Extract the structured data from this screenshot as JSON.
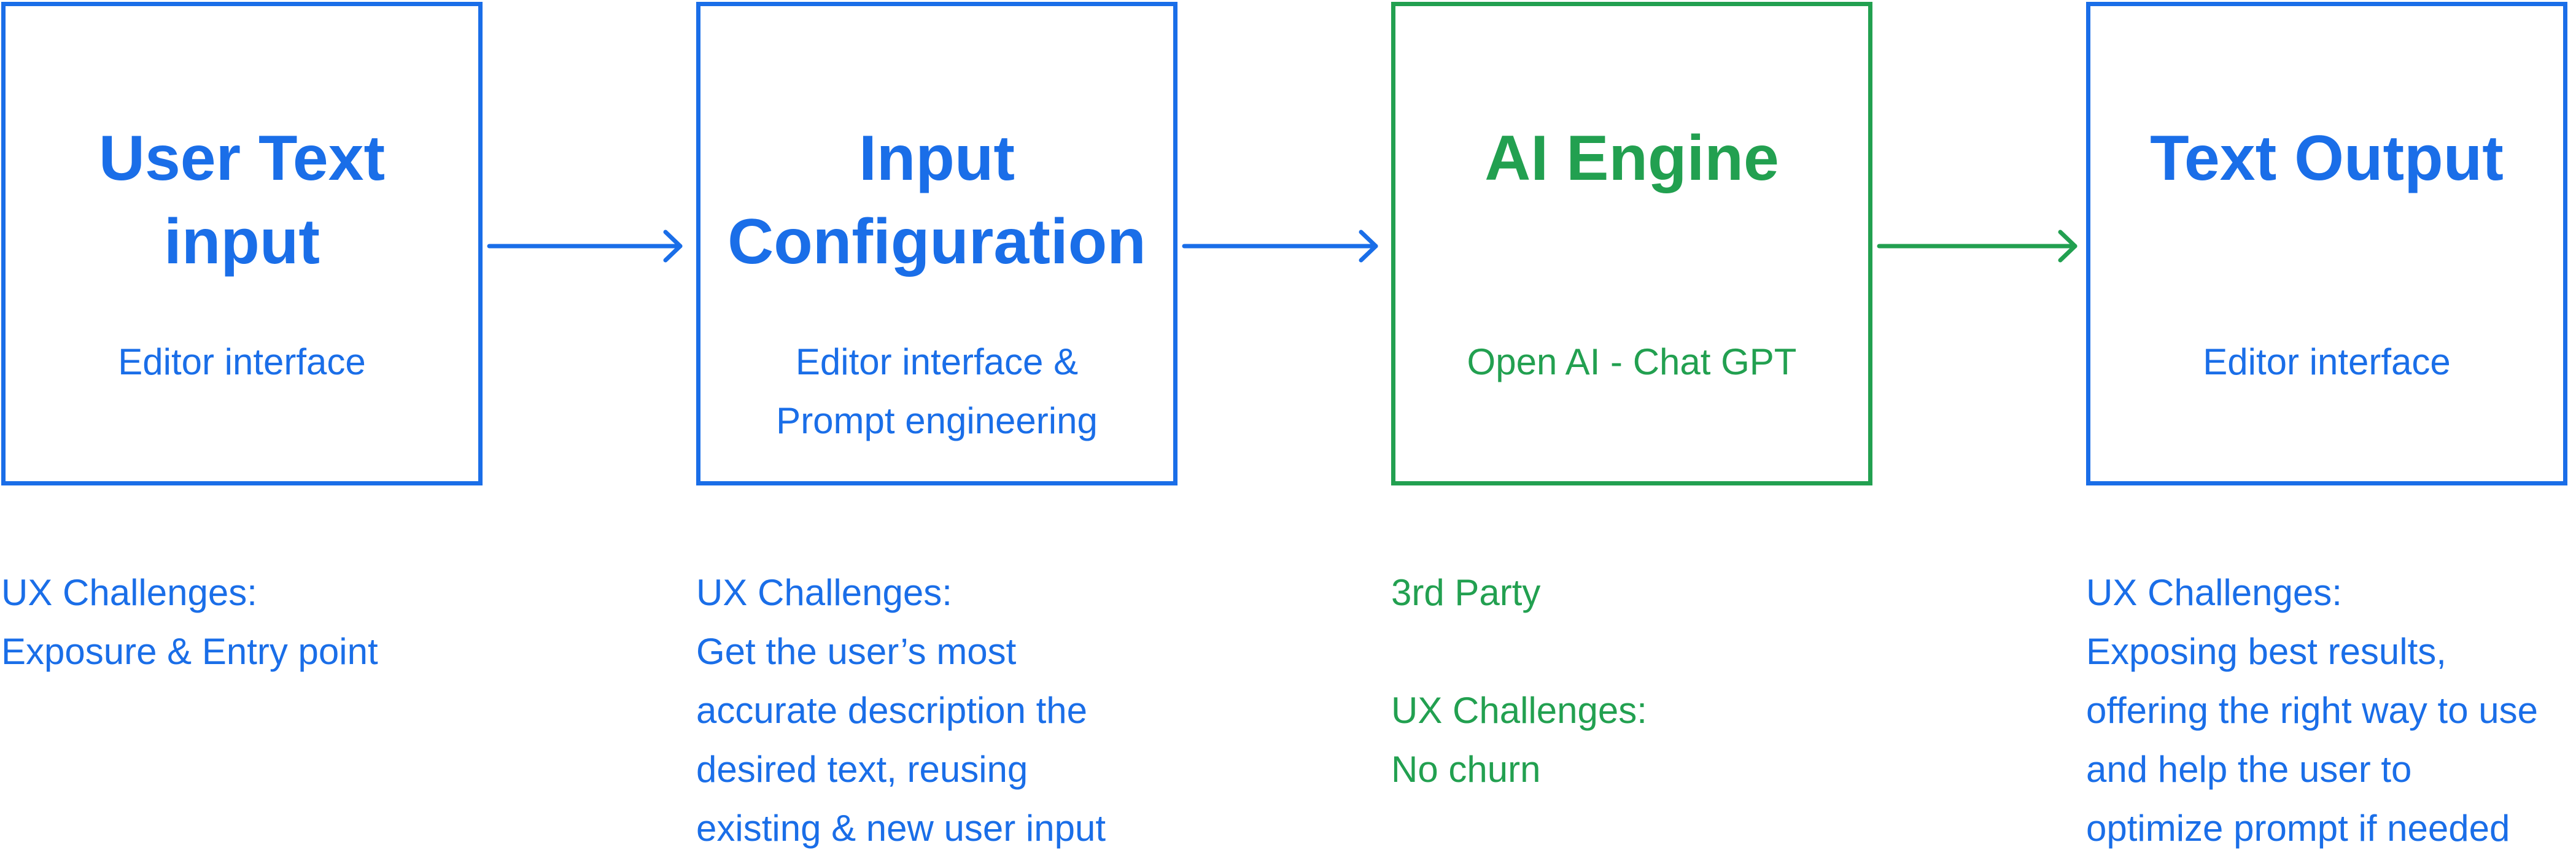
{
  "colors": {
    "blue": "#1a6ee8",
    "green": "#22a050"
  },
  "steps": [
    {
      "title": "User Text\ninput",
      "subtitle": "Editor interface",
      "note": "UX Challenges:\nExposure & Entry point",
      "color": "blue"
    },
    {
      "title": "Input\nConfiguration",
      "subtitle": "Editor interface &\nPrompt engineering",
      "note": "UX Challenges:\nGet the user’s most\naccurate description the\ndesired text, reusing\nexisting & new user input",
      "color": "blue"
    },
    {
      "title": "AI Engine",
      "subtitle": "Open AI - Chat GPT",
      "note": "3rd Party\n\nUX Challenges:\nNo churn",
      "color": "green"
    },
    {
      "title": "Text Output",
      "subtitle": "Editor interface",
      "note": "UX Challenges:\nExposing best results,\noffering the right way to use\nand help the user to\noptimize prompt if needed",
      "color": "blue"
    }
  ]
}
